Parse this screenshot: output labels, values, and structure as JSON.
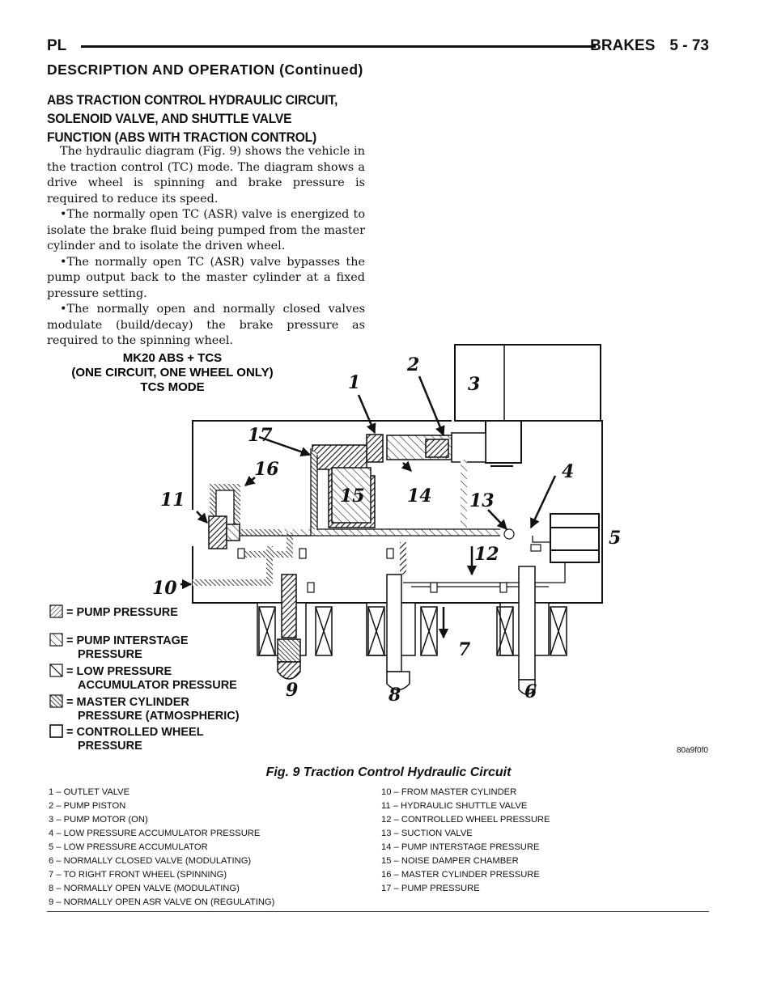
{
  "header": {
    "left": "PL",
    "section": "BRAKES",
    "page": "5 - 73"
  },
  "subheading": "DESCRIPTION AND OPERATION (Continued)",
  "section_title": [
    "ABS TRACTION CONTROL HYDRAULIC CIRCUIT,",
    "SOLENOID VALVE, AND SHUTTLE VALVE",
    "FUNCTION (ABS WITH TRACTION CONTROL)"
  ],
  "paragraphs": [
    "The hydraulic diagram (Fig. 9) shows the vehicle in the traction control (TC) mode. The diagram shows a drive wheel is spinning and brake pressure is required to reduce its speed.",
    "•The normally open TC (ASR) valve is energized to isolate the brake fluid being pumped from the master cylinder and to isolate the driven wheel.",
    "•The normally open TC (ASR) valve bypasses the pump output back to the master cylinder at a fixed pressure setting.",
    "•The normally open and normally closed valves modulate (build/decay) the brake pressure as required to the spinning wheel."
  ],
  "diagram": {
    "title": [
      "MK20 ABS + TCS",
      "(ONE CIRCUIT, ONE WHEEL ONLY)",
      "TCS MODE"
    ],
    "key": [
      [
        "= PUMP PRESSURE"
      ],
      [
        "= PUMP INTERSTAGE",
        "PRESSURE"
      ],
      [
        "= LOW PRESSURE",
        "ACCUMULATOR PRESSURE"
      ],
      [
        "= MASTER CYLINDER",
        "PRESSURE (ATMOSPHERIC)"
      ],
      [
        "= CONTROLLED WHEEL",
        "PRESSURE"
      ]
    ],
    "callouts": [
      "1",
      "2",
      "3",
      "4",
      "5",
      "6",
      "7",
      "8",
      "9",
      "10",
      "11",
      "12",
      "13",
      "14",
      "15",
      "16",
      "17"
    ],
    "figure_id": "80a9f0f0"
  },
  "caption": "Fig. 9 Traction Control Hydraulic Circuit",
  "legend_left": [
    "1 – OUTLET VALVE",
    "2 – PUMP PISTON",
    "3 – PUMP MOTOR (ON)",
    "4 – LOW PRESSURE ACCUMULATOR PRESSURE",
    "5 – LOW PRESSURE ACCUMULATOR",
    "6 – NORMALLY CLOSED VALVE (MODULATING)",
    "7 – TO RIGHT FRONT WHEEL (SPINNING)",
    "8 – NORMALLY OPEN VALVE (MODULATING)",
    "9 – NORMALLY OPEN ASR VALVE ON (REGULATING)"
  ],
  "legend_right": [
    "10 – FROM MASTER CYLINDER",
    "11 – HYDRAULIC SHUTTLE VALVE",
    "12 – CONTROLLED WHEEL PRESSURE",
    "13 – SUCTION VALVE",
    "14 – PUMP INTERSTAGE PRESSURE",
    "15 – NOISE DAMPER CHAMBER",
    "16 – MASTER CYLINDER PRESSURE",
    "17 – PUMP PRESSURE"
  ]
}
